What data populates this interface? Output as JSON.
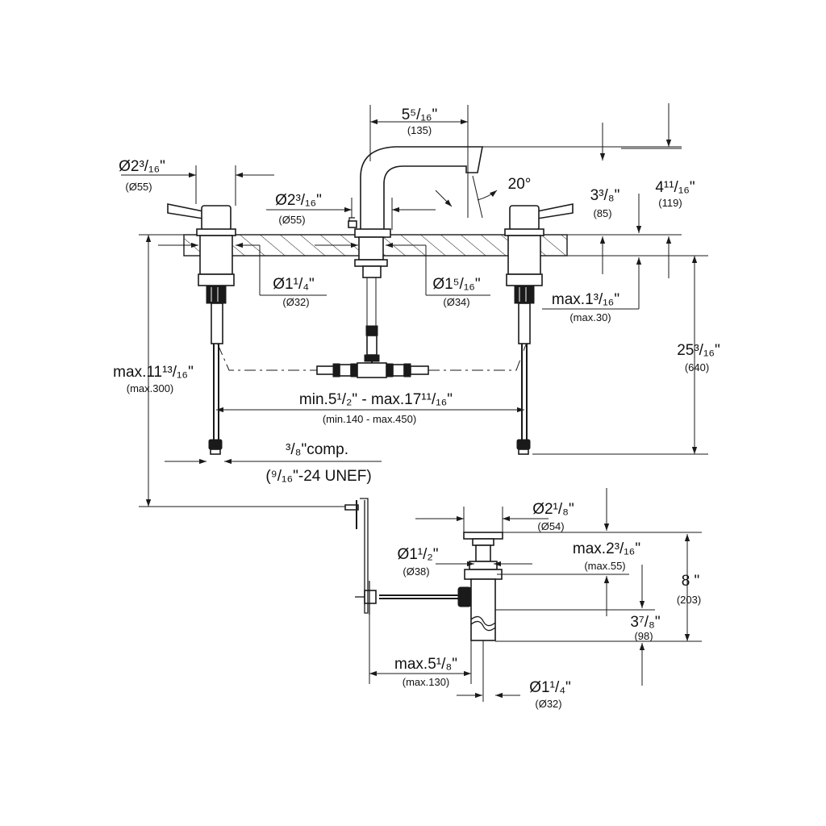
{
  "dimensions": {
    "spout_reach": {
      "main": "5⁵/₁₆\"",
      "metric": "(135)"
    },
    "handle_dia": {
      "main": "Ø2³/₁₆\"",
      "metric": "(Ø55)"
    },
    "spout_base_dia": {
      "main": "Ø2³/₁₆\"",
      "metric": "(Ø55)"
    },
    "angle": {
      "main": "20°"
    },
    "spout_height": {
      "main": "3³/₈\"",
      "metric": "(85)"
    },
    "total_height": {
      "main": "4¹¹/₁₆\"",
      "metric": "(119)"
    },
    "handle_hole": {
      "main": "Ø1¹/₄\"",
      "metric": "(Ø32)"
    },
    "spout_hole": {
      "main": "Ø1⁵/₁₆\"",
      "metric": "(Ø34)"
    },
    "deck_thickness": {
      "main": "max.1³/₁₆\"",
      "metric": "(max.30)"
    },
    "supply_length": {
      "main": "25³/₁₆\"",
      "metric": "(640)"
    },
    "under_deck": {
      "main": "max.11¹³/₁₆\"",
      "metric": "(max.300)"
    },
    "spread": {
      "main": "min.5¹/₂\" - max.17¹¹/₁₆\"",
      "metric": "(min.140 - max.450)"
    },
    "connection": {
      "main": "³/₈\"comp.",
      "metric": "(⁹/₁₆\"-24 UNEF)"
    },
    "drain_flange": {
      "main": "Ø2¹/₈\"",
      "metric": "(Ø54)"
    },
    "drain_hole": {
      "main": "Ø1¹/₂\"",
      "metric": "(Ø38)"
    },
    "drain_deck": {
      "main": "max.2³/₁₆\"",
      "metric": "(max.55)"
    },
    "drain_height": {
      "main": "8 \"",
      "metric": "(203)"
    },
    "drain_tail": {
      "main": "3⁷/₈\"",
      "metric": "(98)"
    },
    "rod_reach": {
      "main": "max.5¹/₈\"",
      "metric": "(max.130)"
    },
    "tail_dia": {
      "main": "Ø1¹/₄\"",
      "metric": "(Ø32)"
    }
  }
}
